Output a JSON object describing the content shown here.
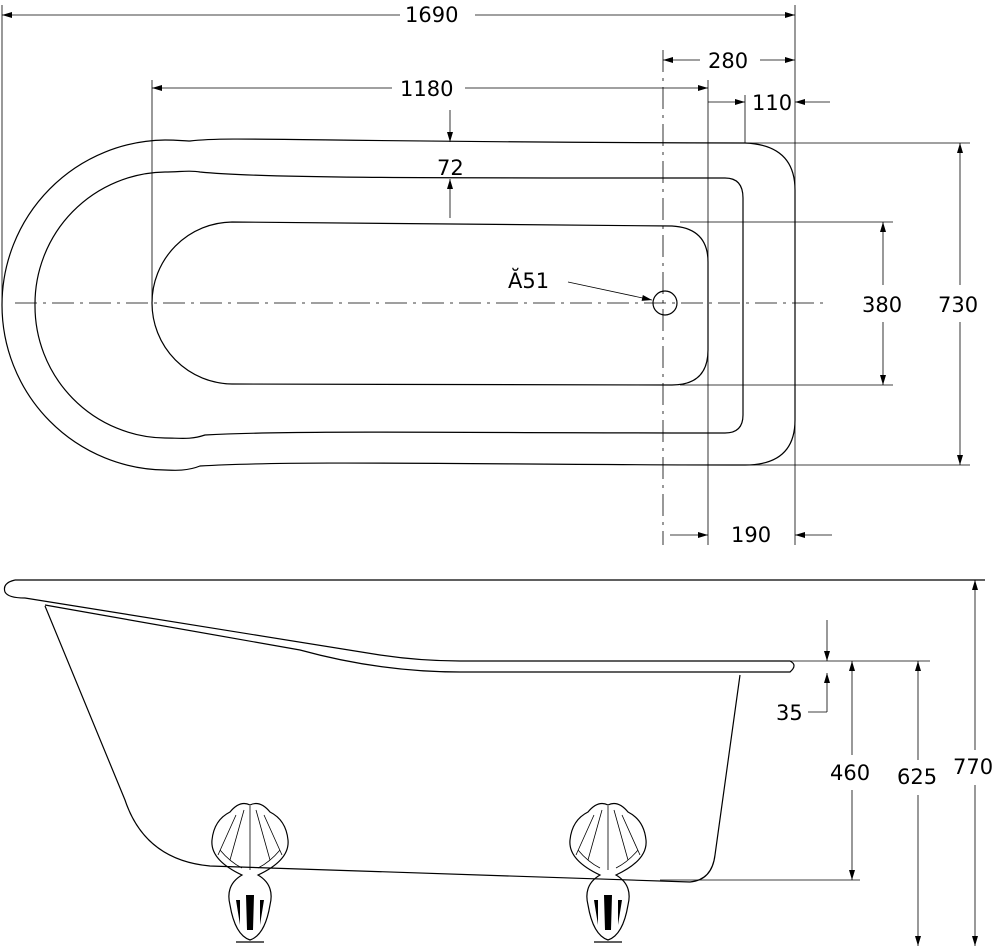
{
  "title": "Bathtub dimension drawing",
  "dimensions": {
    "overall_length": "1690",
    "inner_length": "1180",
    "drain_offset": "280",
    "rim_offset": "110",
    "rim_width": "72",
    "drain_diameter": "Ă51",
    "inner_width": "380",
    "overall_width": "730",
    "end_rim": "190",
    "rim_thickness": "35",
    "depth": "460",
    "rim_height": "625",
    "overall_height": "770"
  },
  "colors": {
    "line": "#000000",
    "background": "#ffffff"
  }
}
